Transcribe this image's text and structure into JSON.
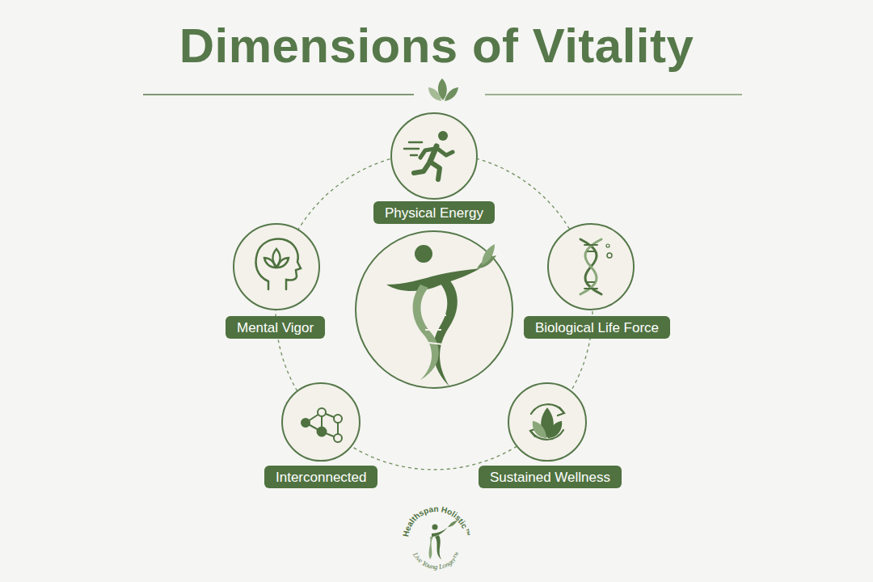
{
  "diagram": {
    "title": "Dimensions of Vitality",
    "nodes": [
      {
        "text": [
          "Physical Energy"
        ]
      },
      {
        "text": [
          "Mental Vigor"
        ]
      },
      {
        "text": [
          "Biological Life Force"
        ]
      },
      {
        "text": [
          "Interconnected"
        ]
      },
      {
        "text": [
          "Sustained Wellness"
        ]
      }
    ],
    "labels": [
      "Healthspan Holistic™",
      "Live Young Longer™"
    ]
  }
}
